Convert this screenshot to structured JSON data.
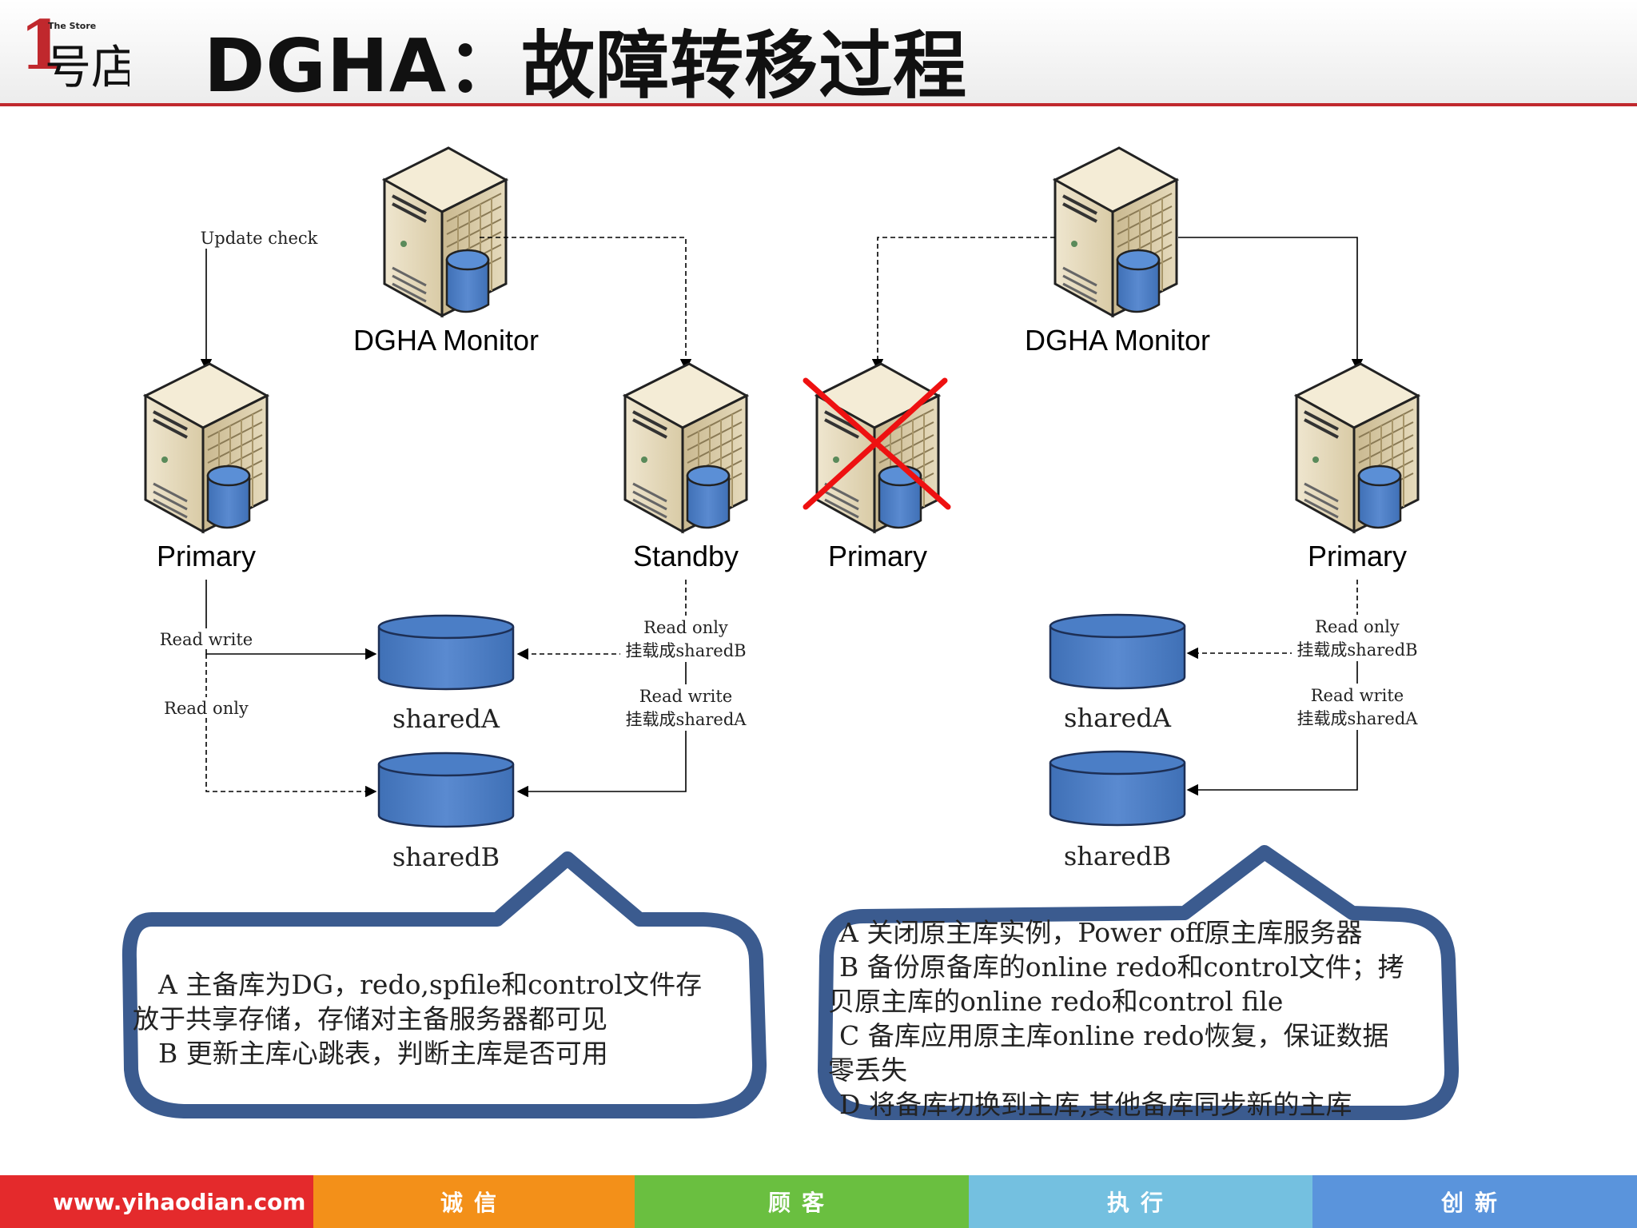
{
  "header": {
    "title": "DGHA：故障转移过程",
    "logo_text": "1号店",
    "logo_tagline": "The Store"
  },
  "left": {
    "monitor_label": "DGHA Monitor",
    "update_check": "Update check",
    "primary_label": "Primary",
    "standby_label": "Standby",
    "read_write_left": "Read write",
    "read_only_left": "Read only",
    "standby_read_only": "Read only",
    "standby_mount_b": "挂载成sharedB",
    "standby_read_write": "Read write",
    "standby_mount_a": "挂载成sharedA",
    "shared_a": "sharedA",
    "shared_b": "sharedB",
    "note_lines": [
      "A 主备库为DG，redo,spfile和control文件存",
      "放于共享存储，存储对主备服务器都可见",
      "B 更新主库心跳表，判断主库是否可用"
    ]
  },
  "right": {
    "monitor_label": "DGHA Monitor",
    "failed_primary_label": "Primary",
    "new_primary_label": "Primary",
    "read_only": "Read only",
    "mount_b": "挂载成sharedB",
    "read_write": "Read write",
    "mount_a": "挂载成sharedA",
    "shared_a": "sharedA",
    "shared_b": "sharedB",
    "note_lines": [
      "A 关闭原主库实例，Power off原主库服务器",
      "B 备份原备库的online redo和control文件；拷",
      "贝原主库的online redo和control file",
      "C 备库应用原主库online redo恢复，保证数据",
      "零丢失",
      "D 将备库切换到主库,其他备库同步新的主库"
    ]
  },
  "footer": {
    "url": "www.yihaodian.com",
    "values": [
      "诚信",
      "顾客",
      "执行",
      "创新"
    ]
  },
  "colors": {
    "accent_red": "#c0282d",
    "db_blue": "#4a7cc3",
    "callout_border": "#3b5b8f",
    "footer_red": "#e42a2c",
    "footer_orange": "#f39019",
    "footer_green": "#6abf40",
    "footer_lightblue": "#74c0e0",
    "footer_blue": "#5a94dc"
  }
}
